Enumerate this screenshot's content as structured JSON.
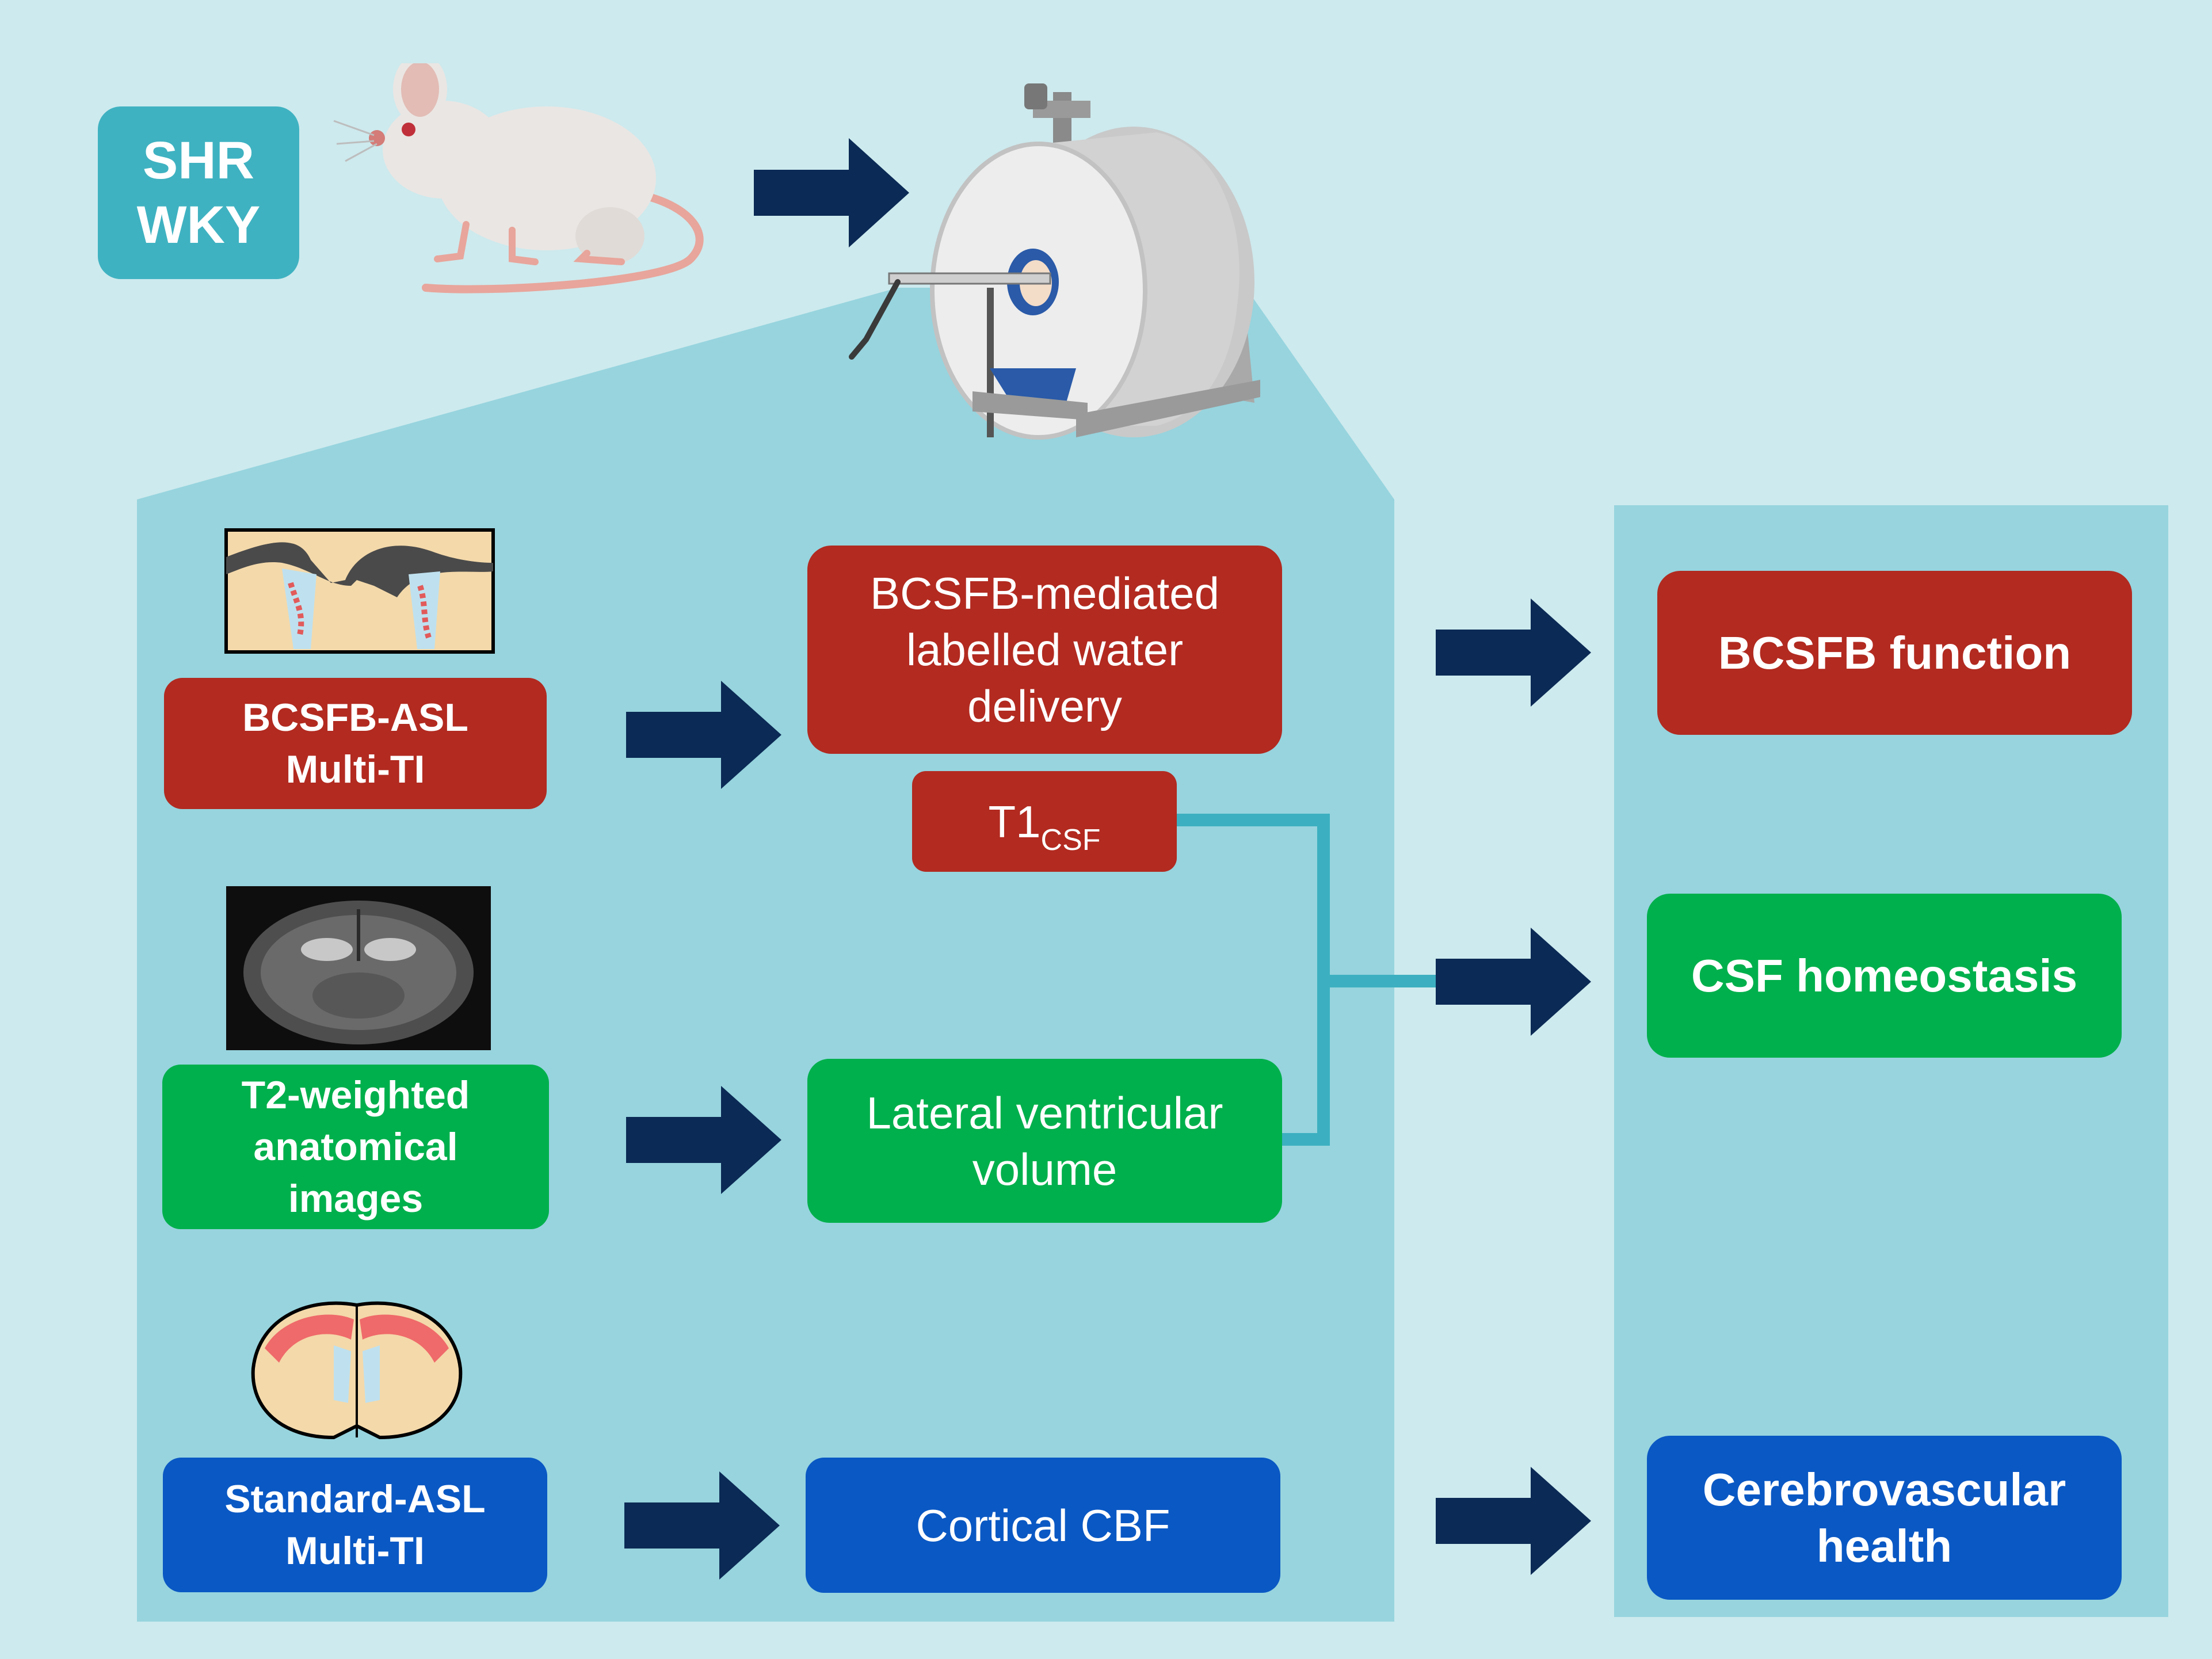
{
  "strains": {
    "line1": "SHR",
    "line2": "WKY"
  },
  "methods": [
    {
      "id": "bcsfb",
      "lines": [
        "BCSFB-ASL",
        "Multi-TI"
      ]
    },
    {
      "id": "t2",
      "lines": [
        "T2-weighted",
        "anatomical",
        "images"
      ]
    },
    {
      "id": "std",
      "lines": [
        "Standard-ASL",
        "Multi-TI"
      ]
    }
  ],
  "measures": {
    "bcsfb_delivery": [
      "BCSFB-mediated",
      "labelled water",
      "delivery"
    ],
    "t1csf": {
      "main": "T1",
      "sub": "CSF"
    },
    "ventricular": [
      "Lateral ventricular",
      "volume"
    ],
    "cbf": "Cortical CBF"
  },
  "outcomes": {
    "bcsfb_function": "BCSFB function",
    "csf_homeostasis": "CSF homeostasis",
    "cerebrovascular": [
      "Cerebrovascular",
      "health"
    ]
  },
  "colors": {
    "red": "#b22a20",
    "green": "#00b04c",
    "blue": "#0a58c4",
    "teal_box": "#3fb2c1",
    "panel": "#97d4de",
    "background": "#cdeaee",
    "arrow": "#0b2a55",
    "connector": "#3cb0c0"
  }
}
